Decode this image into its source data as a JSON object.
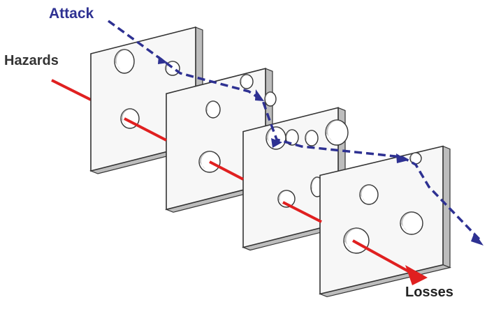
{
  "labels": {
    "attack": "Attack",
    "hazards": "Hazards",
    "losses": "Losses"
  },
  "colors": {
    "attack_path": "#2e3192",
    "hazard_path": "#e02020",
    "plate_front": "#f7f7f7",
    "plate_side": "#bdbdbd",
    "plate_edge": "#333333",
    "hole_fill": "#ffffff",
    "hole_shade": "#9a9a9a",
    "hazards_text": "#333333",
    "losses_text": "#222222"
  },
  "icons": {
    "slices": "swiss-cheese-slice",
    "hazard_path": "red-arrow",
    "attack_path": "dashed-arrow"
  }
}
